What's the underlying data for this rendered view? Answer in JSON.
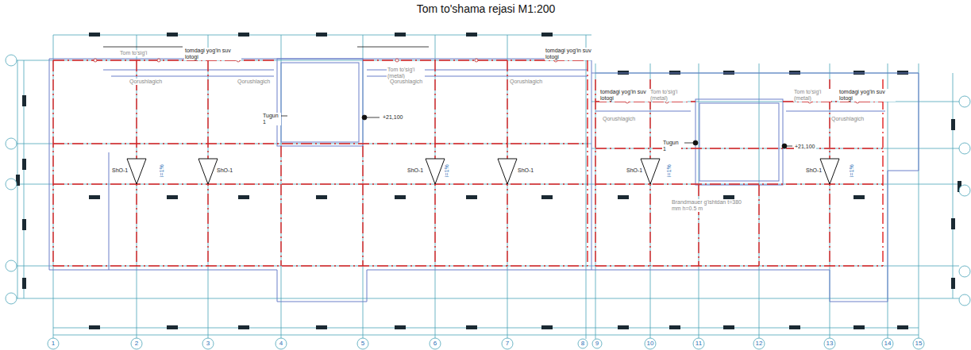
{
  "diagram": {
    "title": "Tom to'shama rejasi  M1:200",
    "labels": [
      "Tom to'sig'i",
      "tomdagi yog'in suv lotogi",
      "Qorushlagich",
      "Qorushlagich",
      "Tugun 1",
      "+21,100",
      "Tom to'sig'i (metal)",
      "tomdagi yog'in suv lotogi",
      "Qorushlagich",
      "Qorushlagich",
      "ShO-1",
      "i=1%",
      "ShO-1",
      "ShO-1",
      "i=1%",
      "ShO-1",
      "tomdagi yog'in suv lotogi",
      "Tom to'sig'i (metal)",
      "Qorushlagich",
      "Tugun 1",
      "+21,100",
      "ShO-1",
      "i=1%",
      "tomdagi yog'in suv lotogi",
      "Tom to'sig'i (metal)",
      "Qorushlagich",
      "ShO-1",
      "i=1%",
      "Brandmauer g'ishtdan t=380 mm h=0.5 m",
      "1",
      "2",
      "3",
      "4",
      "5",
      "6",
      "7",
      "8",
      "9",
      "10",
      "11",
      "12",
      "13",
      "14",
      "15"
    ]
  }
}
